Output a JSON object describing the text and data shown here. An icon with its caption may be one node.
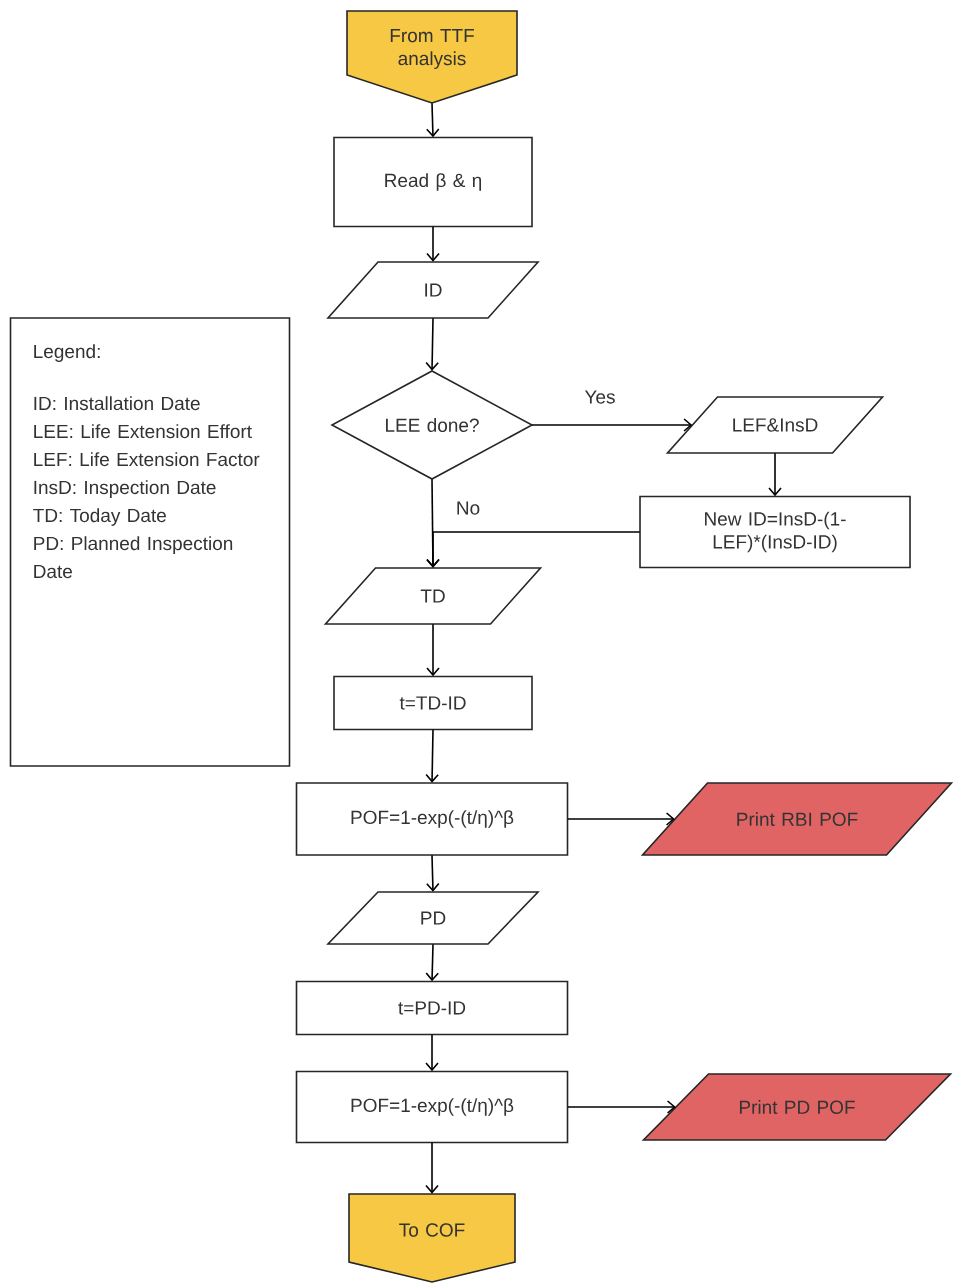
{
  "diagram": {
    "nodes": [
      {
        "text": [
          "From TTF analysis"
        ]
      },
      {
        "text": [
          "Read β & η"
        ]
      },
      {
        "text": [
          "ID"
        ]
      },
      {
        "text": [
          "LEE done?"
        ]
      },
      {
        "text": [
          "LEF&InsD"
        ]
      },
      {
        "text": [
          "New ID=InsD-(1-LEF)*(InsD-ID)"
        ]
      },
      {
        "text": [
          "TD"
        ]
      },
      {
        "text": [
          "t=TD-ID"
        ]
      },
      {
        "text": [
          "POF=1-exp(-(t/η)^β"
        ]
      },
      {
        "text": [
          "Print RBI POF"
        ]
      },
      {
        "text": [
          "PD"
        ]
      },
      {
        "text": [
          "t=PD-ID"
        ]
      },
      {
        "text": [
          "POF=1-exp(-(t/η)^β"
        ]
      },
      {
        "text": [
          "Print PD POF"
        ]
      },
      {
        "text": [
          "To COF"
        ]
      },
      {
        "text": [
          "Legend:",
          "ID: Installation Date",
          "LEE: Life Extension Effort",
          "LEF: Life Extension Factor",
          "InsD: Inspection Date",
          "TD: Today Date",
          "PD: Planned Inspection Date"
        ]
      }
    ],
    "edges": [
      {
        "from": 0,
        "to": 1,
        "arrow": "to"
      },
      {
        "from": 1,
        "to": 2,
        "arrow": "to"
      },
      {
        "from": 2,
        "to": 3,
        "arrow": "to"
      },
      {
        "from": 3,
        "to": 4,
        "arrow": "to",
        "label": "Yes"
      },
      {
        "from": 4,
        "to": 5,
        "arrow": "to"
      },
      {
        "from": 3,
        "to": 6,
        "arrow": "to",
        "label": "No"
      },
      {
        "from": 5,
        "to": 6,
        "arrow": "to"
      },
      {
        "from": 6,
        "to": 7,
        "arrow": "to"
      },
      {
        "from": 7,
        "to": 8,
        "arrow": "to"
      },
      {
        "from": 8,
        "to": 9,
        "arrow": "to"
      },
      {
        "from": 8,
        "to": 10,
        "arrow": "to"
      },
      {
        "from": 10,
        "to": 11,
        "arrow": "to"
      },
      {
        "from": 11,
        "to": 12,
        "arrow": "to"
      },
      {
        "from": 12,
        "to": 13,
        "arrow": "to"
      },
      {
        "from": 12,
        "to": 14,
        "arrow": "to"
      }
    ]
  }
}
